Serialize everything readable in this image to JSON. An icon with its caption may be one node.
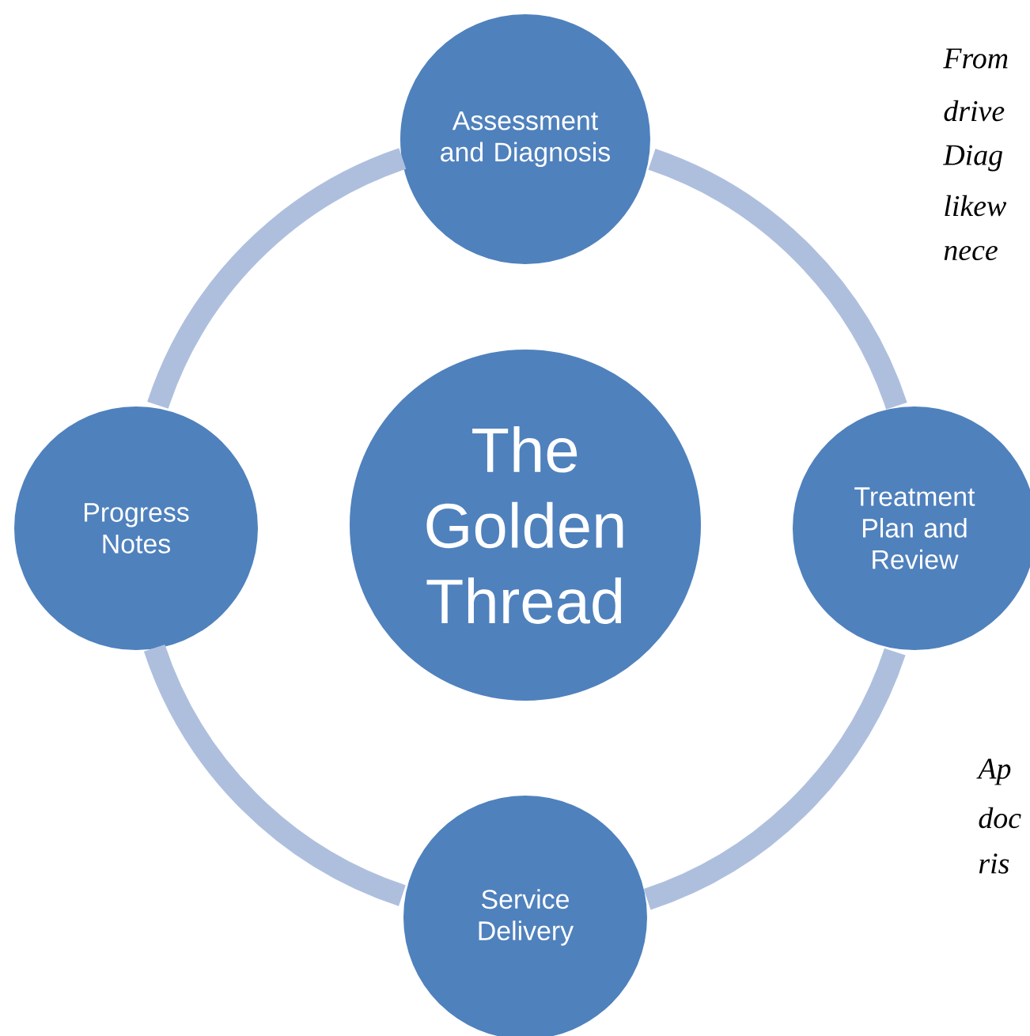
{
  "diagram": {
    "nodes": [
      {
        "text": [
          "Assessment and Diagnosis"
        ]
      },
      {
        "text": [
          "Progress Notes"
        ]
      },
      {
        "text": [
          "The Golden Thread"
        ]
      },
      {
        "text": [
          "Treatment Plan and Review"
        ]
      },
      {
        "text": [
          "Service Delivery"
        ]
      }
    ],
    "edges": [
      {
        "from": 0,
        "to": 3,
        "arrow": "none"
      },
      {
        "from": 3,
        "to": 4,
        "arrow": "none"
      },
      {
        "from": 4,
        "to": 1,
        "arrow": "none"
      },
      {
        "from": 1,
        "to": 0,
        "arrow": "none"
      }
    ],
    "labels": [
      "From",
      "drive",
      "Diag",
      "likew",
      "nece",
      "Ap",
      "doc",
      "ris"
    ]
  }
}
